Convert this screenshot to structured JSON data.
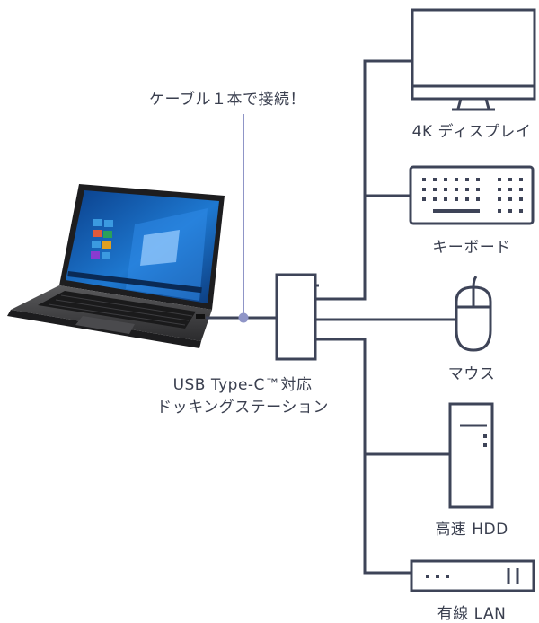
{
  "caption": "ケーブル１本で接続！",
  "dock_label": {
    "line1": "USB Type-C™対応",
    "line2": "ドッキングステーション"
  },
  "devices": {
    "monitor": "4K ディスプレイ",
    "keyboard": "キーボード",
    "mouse": "マウス",
    "hdd": "高速 HDD",
    "lan": "有線 LAN"
  },
  "colors": {
    "line": "#3e4458",
    "accent": "#8f95c7",
    "screen_blue": "#1565c0"
  },
  "icons": [
    "laptop-icon",
    "dock-icon",
    "monitor-icon",
    "keyboard-icon",
    "mouse-icon",
    "tower-pc-icon",
    "router-icon"
  ]
}
